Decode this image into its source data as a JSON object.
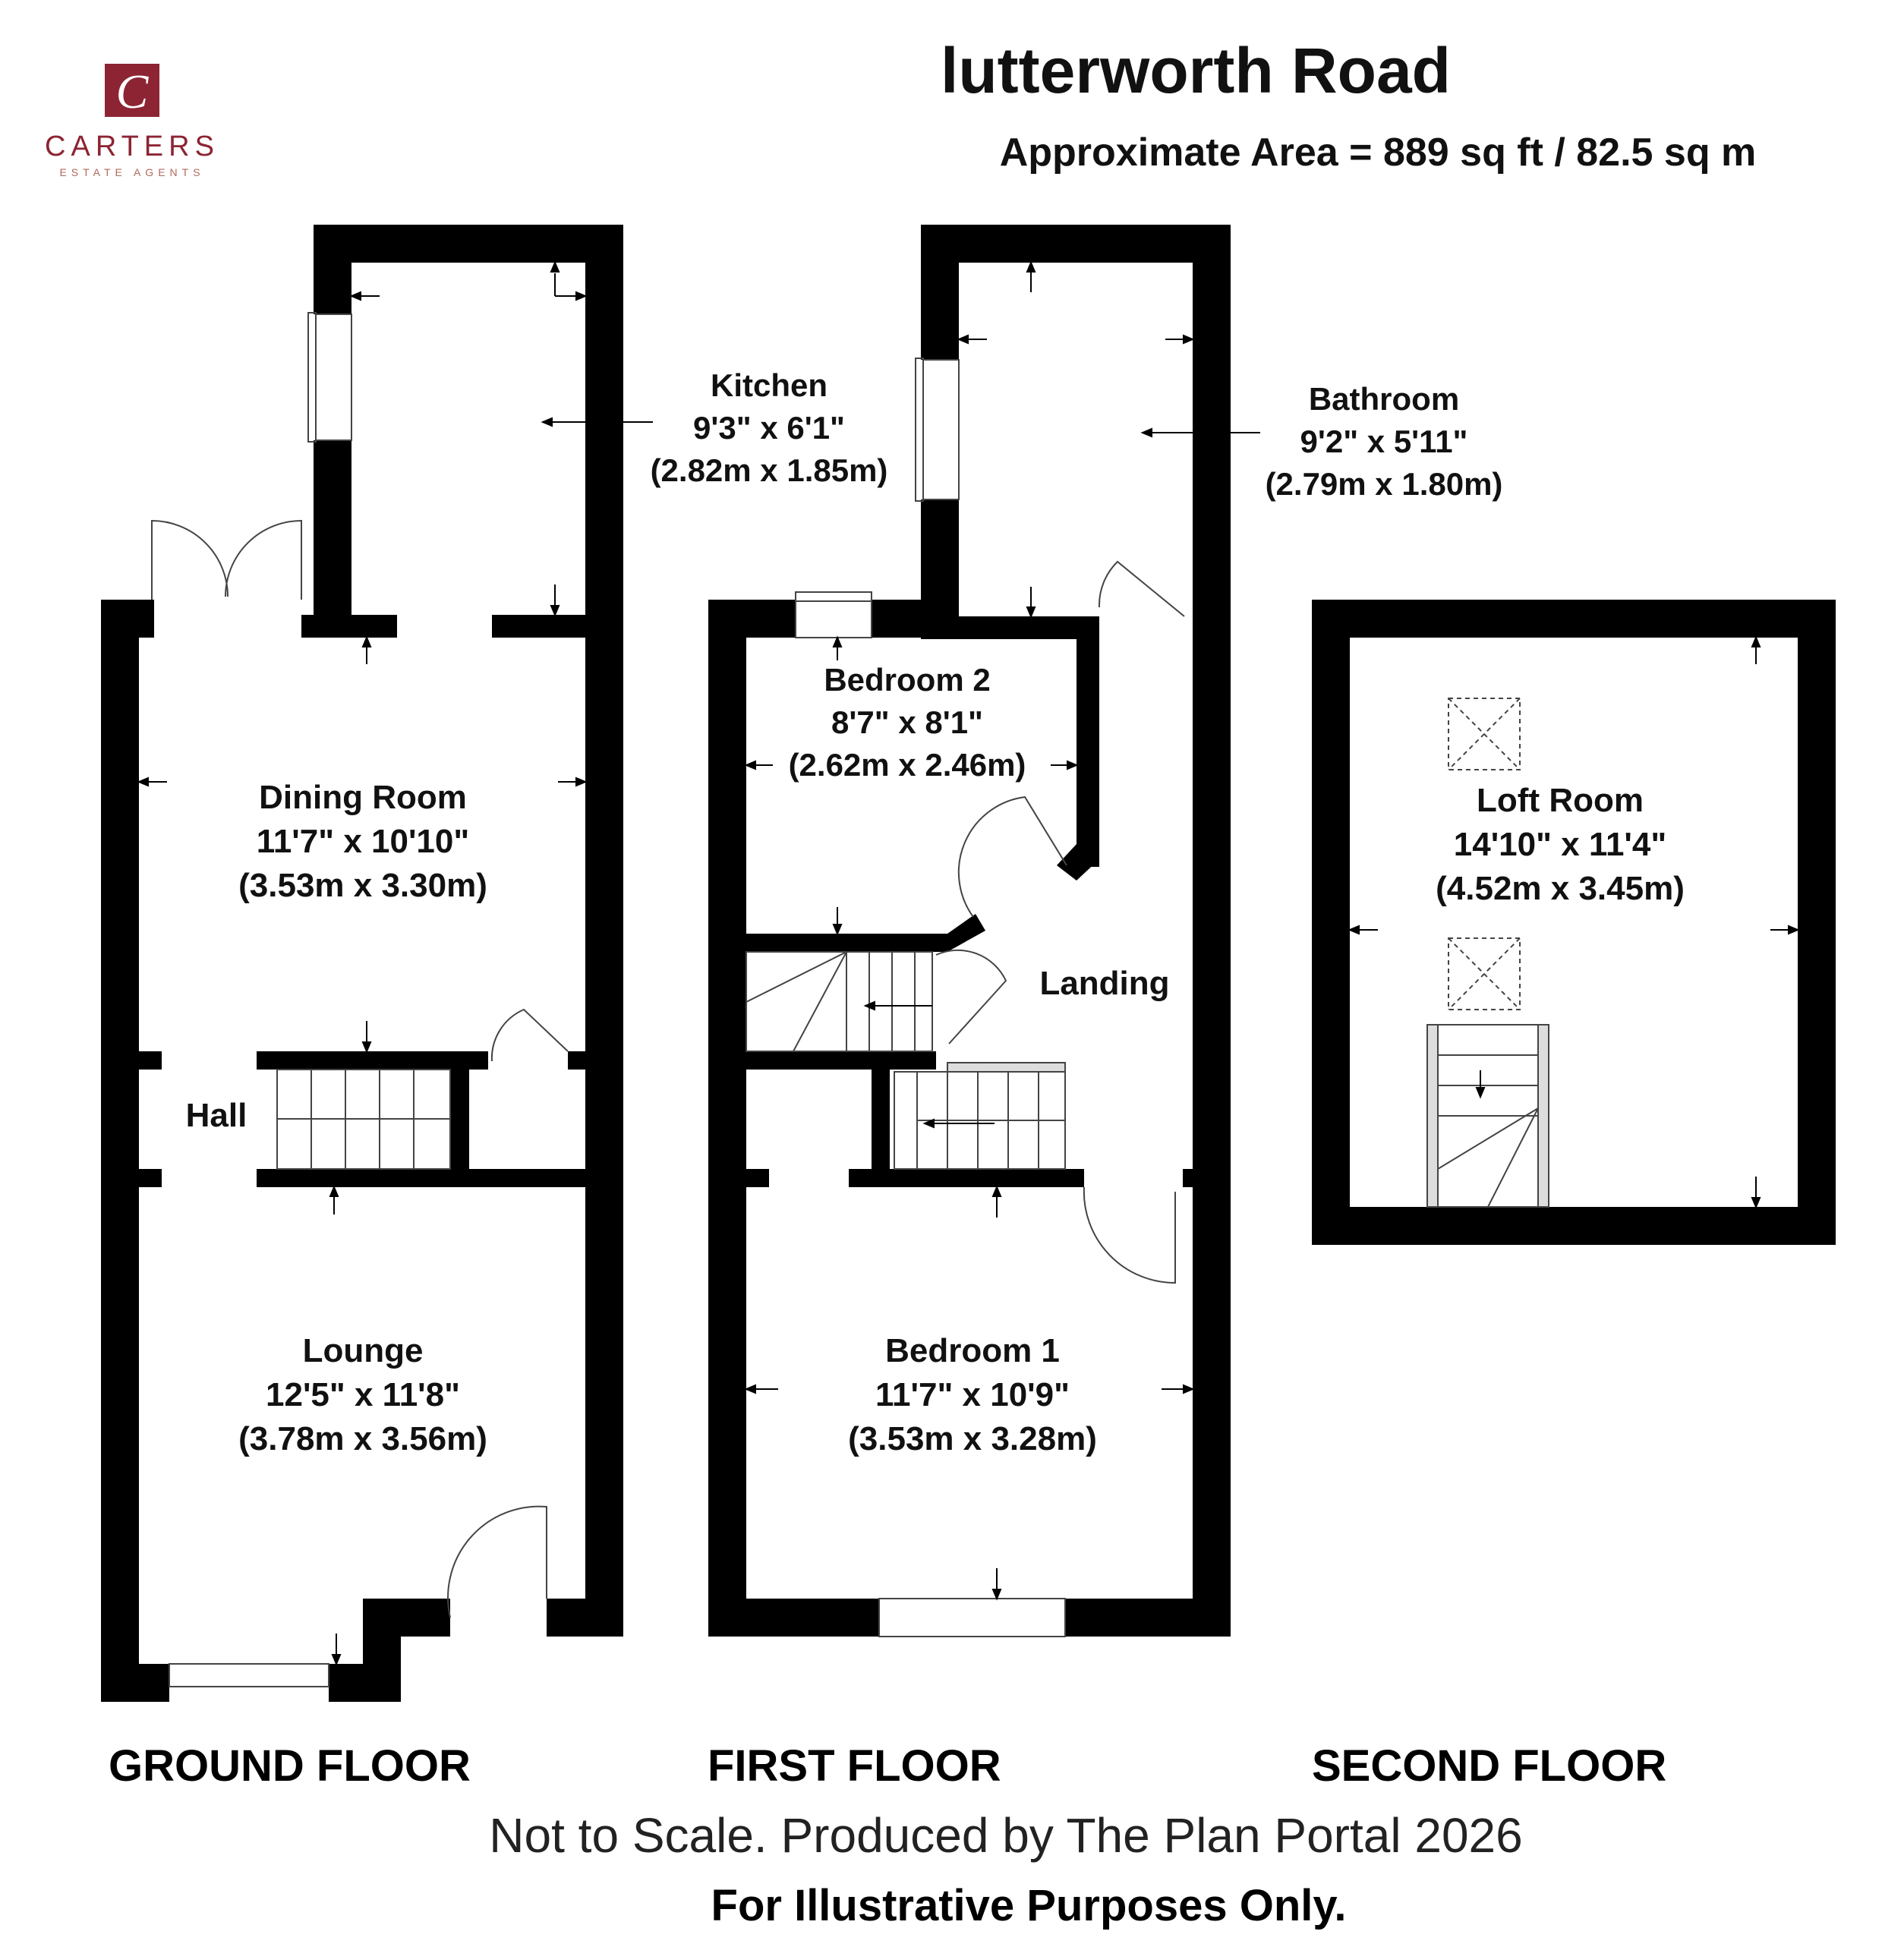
{
  "logo": {
    "name": "CARTERS",
    "tagline": "ESTATE AGENTS",
    "colors": {
      "brand": "#8d2433",
      "brand_light": "#b06a5d"
    }
  },
  "title": "lutterworth Road",
  "area": "Approximate Area = 889 sq ft / 82.5 sq m",
  "rooms": {
    "kitchen": {
      "name": "Kitchen",
      "imperial": "9'3\" x 6'1\"",
      "metric": "(2.82m x 1.85m)"
    },
    "dining": {
      "name": "Dining Room",
      "imperial": "11'7\" x 10'10\"",
      "metric": "(3.53m x 3.30m)"
    },
    "hall": {
      "name": "Hall"
    },
    "lounge": {
      "name": "Lounge",
      "imperial": "12'5\" x 11'8\"",
      "metric": "(3.78m x 3.56m)"
    },
    "bathroom": {
      "name": "Bathroom",
      "imperial": "9'2\" x 5'11\"",
      "metric": "(2.79m x 1.80m)"
    },
    "bedroom2": {
      "name": "Bedroom 2",
      "imperial": "8'7\" x 8'1\"",
      "metric": "(2.62m x 2.46m)"
    },
    "landing": {
      "name": "Landing"
    },
    "bedroom1": {
      "name": "Bedroom 1",
      "imperial": "11'7\" x 10'9\"",
      "metric": "(3.53m x 3.28m)"
    },
    "loft": {
      "name": "Loft Room",
      "imperial": "14'10\" x 11'4\"",
      "metric": "(4.52m x 3.45m)"
    }
  },
  "floors": {
    "ground": "GROUND FLOOR",
    "first": "FIRST FLOOR",
    "second": "SECOND FLOOR"
  },
  "footer": {
    "line1": "Not to Scale. Produced by The Plan Portal 2026",
    "line2": "For Illustrative Purposes Only."
  },
  "colors": {
    "wall": "#000000",
    "background": "#ffffff",
    "fixture": "#444444"
  }
}
